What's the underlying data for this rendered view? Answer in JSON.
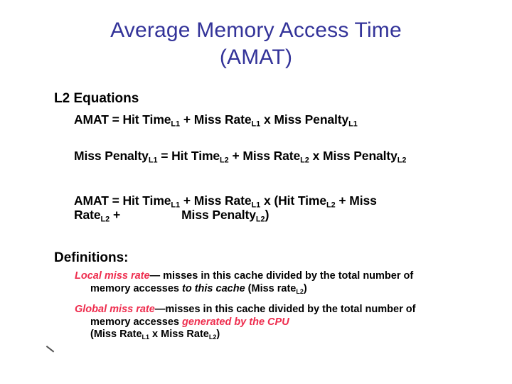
{
  "slide": {
    "title_line_1": "Average Memory Access Time",
    "title_line_2": "(AMAT)",
    "title_color": "#333399",
    "background_color": "#ffffff",
    "highlight_color": "#ee2d4e",
    "text_color": "#000000"
  },
  "equations_section": {
    "heading": "L2 Equations",
    "equation_1": {
      "prefix": "AMAT = Hit Time",
      "sub_1": "L1",
      "mid_1": " + Miss Rate",
      "sub_2": "L1",
      "mid_2": " x Miss Penalty",
      "sub_3": "L1",
      "suffix": ""
    },
    "equation_2": {
      "prefix": "Miss Penalty",
      "sub_1": "L1",
      "mid_1": " = Hit Time",
      "sub_2": "L2",
      "mid_2": " + Miss Rate",
      "sub_3": "L2",
      "mid_3": " x Miss Penalty",
      "sub_4": "L2",
      "suffix": ""
    },
    "equation_3": {
      "line_a_prefix": "AMAT = Hit Time",
      "line_a_sub_1": "L1",
      "line_a_mid_1": " + Miss Rate",
      "line_a_sub_2": "L1",
      "line_a_mid_2": " x (Hit Time",
      "line_a_sub_3": "L2",
      "line_a_suffix": " + Miss",
      "line_b_prefix": "Rate",
      "line_b_sub_1": "L2",
      "line_b_mid_1": " +",
      "line_b_mid_2": "Miss Penalty",
      "line_b_sub_2": "L2",
      "line_b_suffix": ")"
    }
  },
  "definitions_section": {
    "heading": "Definitions:",
    "local": {
      "term": "Local miss rate",
      "dash_text": "— misses in this cache divided by the total number of",
      "line_2_lead": "memory accesses ",
      "line_2_italic": "to this cache",
      "line_2_tail_prefix": " (Miss rate",
      "line_2_sub": "L2",
      "line_2_tail_suffix": ")"
    },
    "global": {
      "term": "Global miss rate",
      "dash_text": "—misses in this cache divided by the total number of",
      "line_2_lead": "memory accesses ",
      "line_2_italic": "generated by the CPU",
      "line_3_prefix": "(Miss Rate",
      "line_3_sub_1": "L1",
      "line_3_mid": " x Miss Rate",
      "line_3_sub_2": "L2",
      "line_3_suffix": ")"
    }
  }
}
